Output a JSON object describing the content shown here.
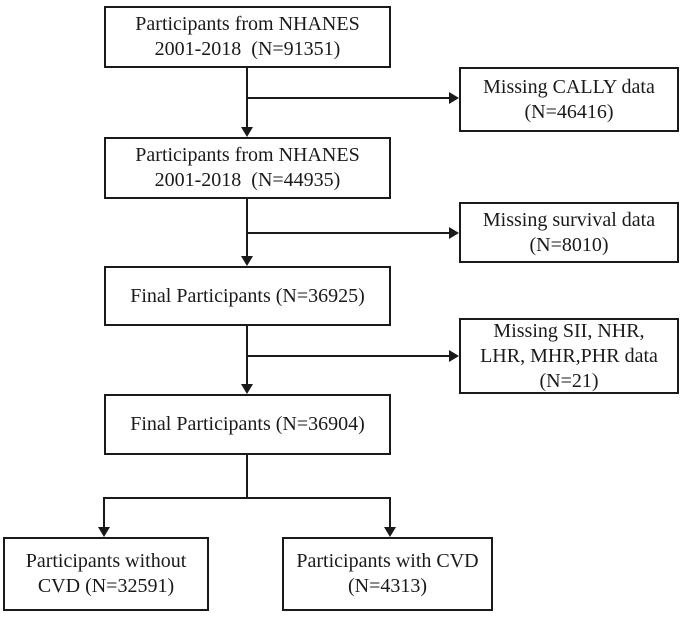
{
  "figure": {
    "type": "participant-flow-diagram",
    "background_color": "#ffffff",
    "line_color": "#1a1a1a",
    "nodes": {
      "nhanes_initial": {
        "text": "Participants from NHANES\n2001-2018  (N=91351)"
      },
      "missing_cally": {
        "text": "Missing CALLY data\n(N=46416)"
      },
      "nhanes_after_cally": {
        "text": "Participants from NHANES\n2001-2018  (N=44935)"
      },
      "missing_survival": {
        "text": "Missing survival data\n(N=8010)"
      },
      "final_36925": {
        "text": "Final Participants (N=36925)"
      },
      "missing_sii": {
        "text": "Missing SII, NHR,\nLHR, MHR,PHR data\n(N=21)"
      },
      "final_36904": {
        "text": "Final Participants (N=36904)"
      },
      "without_cvd": {
        "text": "Participants without\nCVD (N=32591)"
      },
      "with_cvd": {
        "text": "Participants with CVD\n(N=4313)"
      }
    },
    "edges": [
      {
        "from": "nhanes_initial",
        "to": "nhanes_after_cally",
        "style": "arrow-down"
      },
      {
        "from": "nhanes_initial",
        "to": "missing_cally",
        "style": "arrow-right-branch"
      },
      {
        "from": "nhanes_after_cally",
        "to": "final_36925",
        "style": "arrow-down"
      },
      {
        "from": "nhanes_after_cally",
        "to": "missing_survival",
        "style": "arrow-right-branch"
      },
      {
        "from": "final_36925",
        "to": "final_36904",
        "style": "arrow-down"
      },
      {
        "from": "final_36925",
        "to": "missing_sii",
        "style": "arrow-right-branch"
      },
      {
        "from": "final_36904",
        "to": "without_cvd",
        "style": "arrow-down-split"
      },
      {
        "from": "final_36904",
        "to": "with_cvd",
        "style": "arrow-down-split"
      }
    ]
  }
}
